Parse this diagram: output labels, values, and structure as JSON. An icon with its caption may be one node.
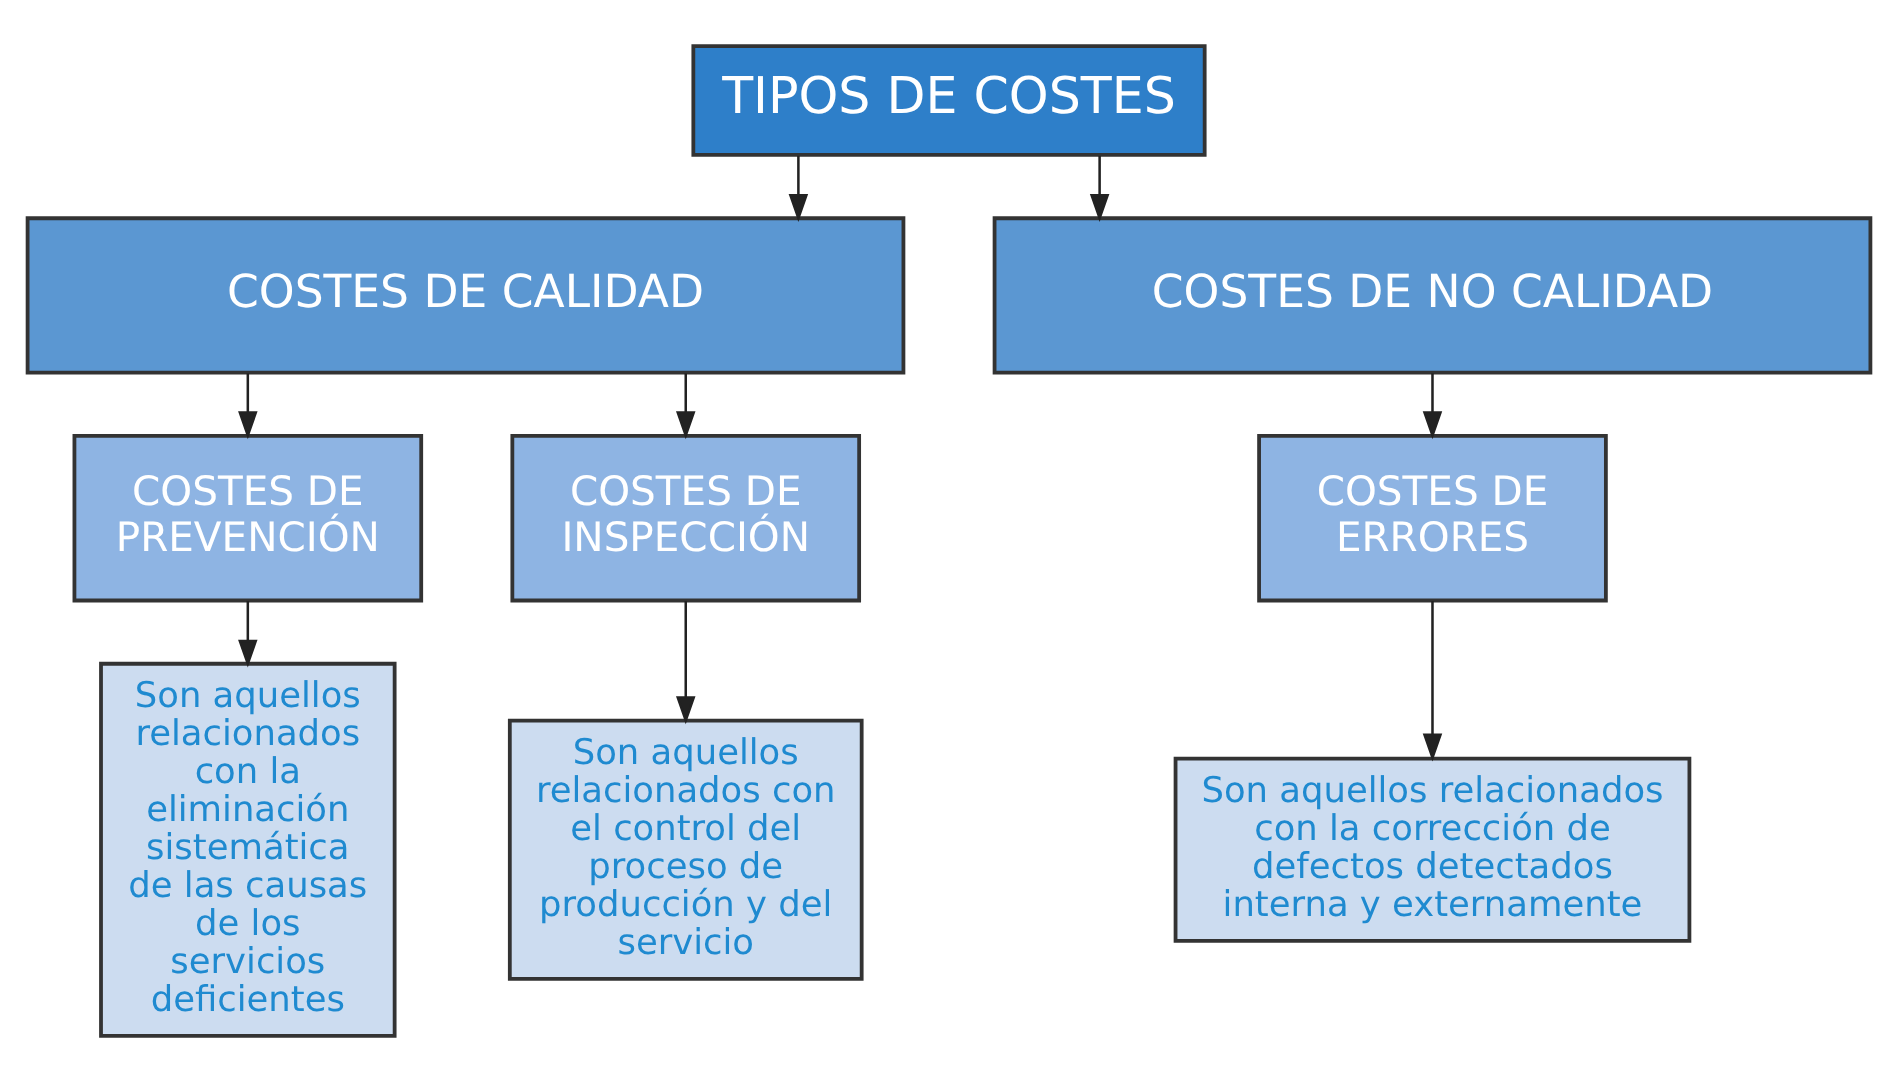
{
  "diagram": {
    "nodes": [
      {
        "text": [
          "TIPOS DE COSTES"
        ]
      },
      {
        "text": [
          "COSTES DE CALIDAD"
        ]
      },
      {
        "text": [
          "COSTES DE NO CALIDAD"
        ]
      },
      {
        "text": [
          "COSTES DE PREVENCIÓN"
        ]
      },
      {
        "text": [
          "COSTES DE INSPECCIÓN"
        ]
      },
      {
        "text": [
          "COSTES DE ERRORES"
        ]
      },
      {
        "text": [
          "Son aquellos relacionados con la eliminación sistemática de las causas de los servicios deficientes"
        ]
      },
      {
        "text": [
          "Son aquellos relacionados con el control del proceso de producción y del servicio"
        ]
      },
      {
        "text": [
          "Son aquellos relacionados con la corrección de defectos detectados interna y externamente"
        ]
      }
    ],
    "edges": [
      {
        "from": 0,
        "to": 1,
        "arrow": "to"
      },
      {
        "from": 0,
        "to": 2,
        "arrow": "to"
      },
      {
        "from": 1,
        "to": 3,
        "arrow": "to"
      },
      {
        "from": 1,
        "to": 4,
        "arrow": "to"
      },
      {
        "from": 2,
        "to": 5,
        "arrow": "to"
      },
      {
        "from": 3,
        "to": 6,
        "arrow": "to"
      },
      {
        "from": 4,
        "to": 7,
        "arrow": "to"
      },
      {
        "from": 5,
        "to": 8,
        "arrow": "to"
      }
    ]
  }
}
